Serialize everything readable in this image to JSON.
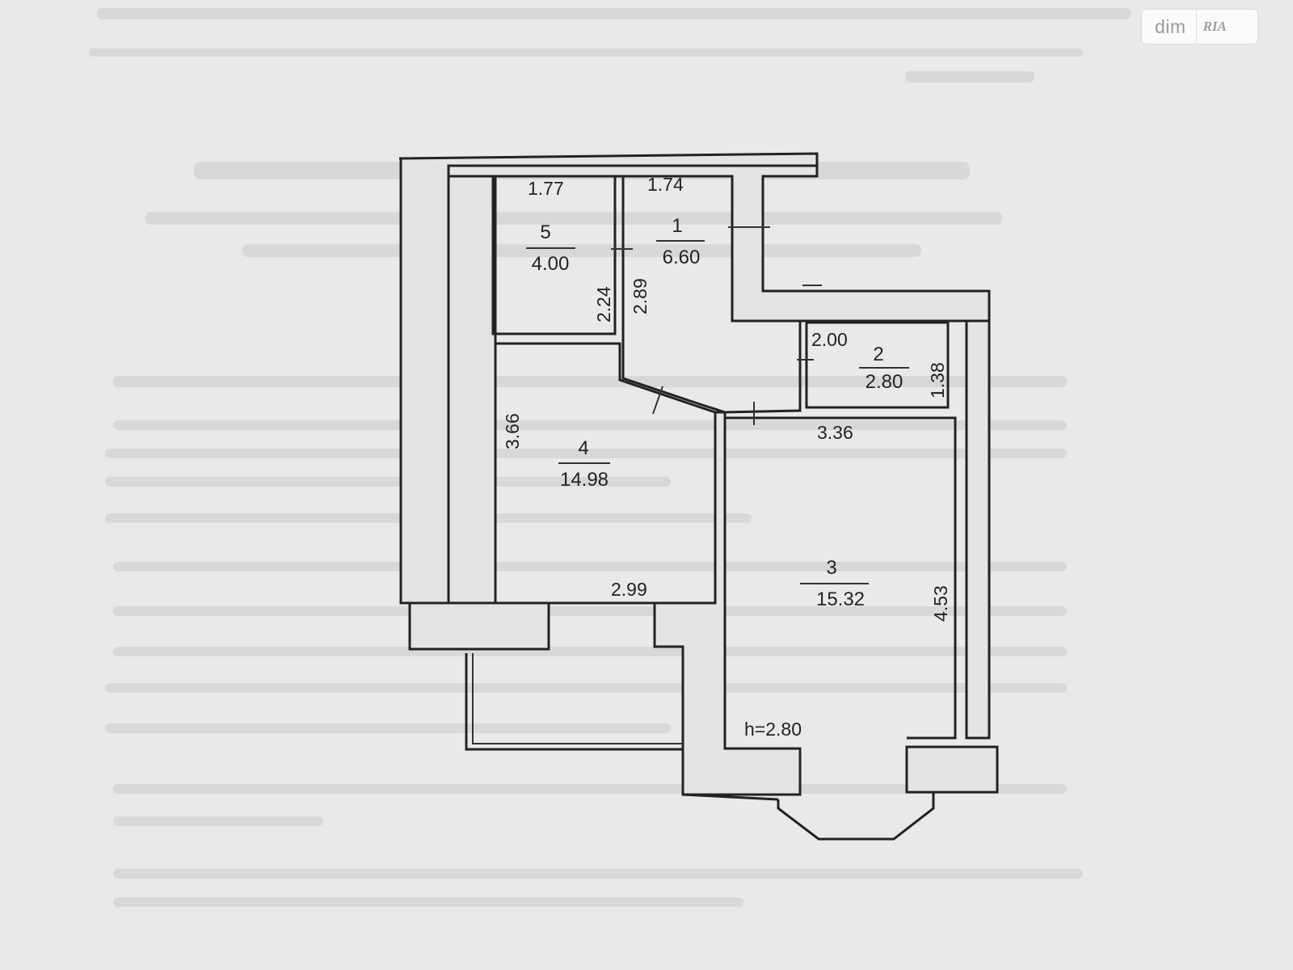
{
  "watermark": {
    "brand": "dim",
    "brand2": "RIA"
  },
  "rooms": [
    {
      "number": "5",
      "area": "4.00"
    },
    {
      "number": "1",
      "area": "6.60"
    },
    {
      "number": "2",
      "area": "2.80"
    },
    {
      "number": "4",
      "area": "14.98"
    },
    {
      "number": "3",
      "area": "15.32"
    }
  ],
  "dimensions": {
    "room5_width": "1.77",
    "room5_height": "2.24",
    "room1_width": "1.74",
    "room1_height": "2.89",
    "room2_width": "2.00",
    "room2_height": "1.38",
    "room4_height": "3.66",
    "room4_width": "2.99",
    "room3_width": "3.36",
    "room3_height": "4.53"
  },
  "ceiling_height": "h=2.80"
}
